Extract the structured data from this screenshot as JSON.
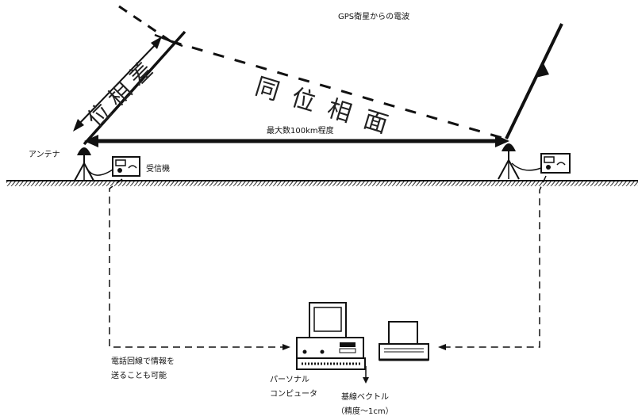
{
  "labels": {
    "gps_signal": "GPS衛星からの電波",
    "same_phase": "同 位 相 面",
    "phase_diff": "位 相 差",
    "distance": "最大数100km程度",
    "antenna": "アンテナ",
    "receiver": "受信機",
    "phone_line": [
      "電話回線で情報を",
      "送ることも可能"
    ],
    "pc": [
      "パーソナル",
      "コンピュータ"
    ],
    "baseline": [
      "基線ベクトル",
      "（精度～1cm）"
    ]
  },
  "icons": {
    "antenna": "tripod-antenna-icon",
    "receiver": "receiver-box-icon",
    "computer": "desktop-computer-icon",
    "printer": "printer-icon"
  },
  "colors": {
    "ink": "#111111",
    "paper": "#ffffff"
  }
}
